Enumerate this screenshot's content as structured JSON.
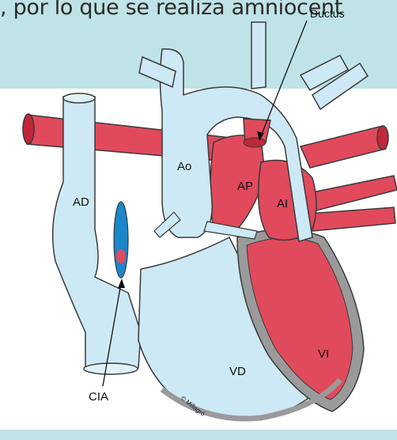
{
  "caption": {
    "text": ", por lo que se realiza amniocent"
  },
  "diagram": {
    "labels": {
      "ductus": "Ductus",
      "ao": "Ao",
      "ap": "AP",
      "ad": "AD",
      "ai": "AI",
      "vi": "VI",
      "vd": "VD",
      "cia": "CIA",
      "credit": "© Millagró"
    }
  },
  "colors": {
    "band": "#bfe3e6",
    "light_blue": "#cde9f5",
    "red": "#e04a5c",
    "dark_red": "#c0283a",
    "septal_defect_blue": "#1b86c9",
    "outline": "#3a3a3a",
    "wall_gray": "#9a9a9a"
  }
}
